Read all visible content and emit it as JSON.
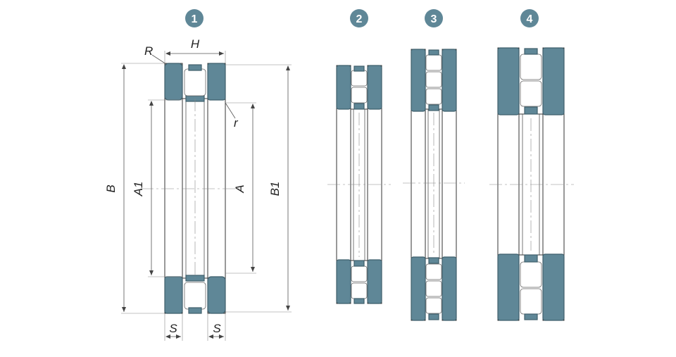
{
  "figure": {
    "badges": [
      "1",
      "2",
      "3",
      "4"
    ],
    "labels": {
      "R": "R",
      "H": "H",
      "r": "r",
      "B": "B",
      "A1": "A1",
      "A": "A",
      "B1": "B1",
      "S_left": "S",
      "S_right": "S"
    },
    "colors": {
      "ring": "#5f8797",
      "badge": "#5f8797",
      "outline": "#333333"
    }
  }
}
